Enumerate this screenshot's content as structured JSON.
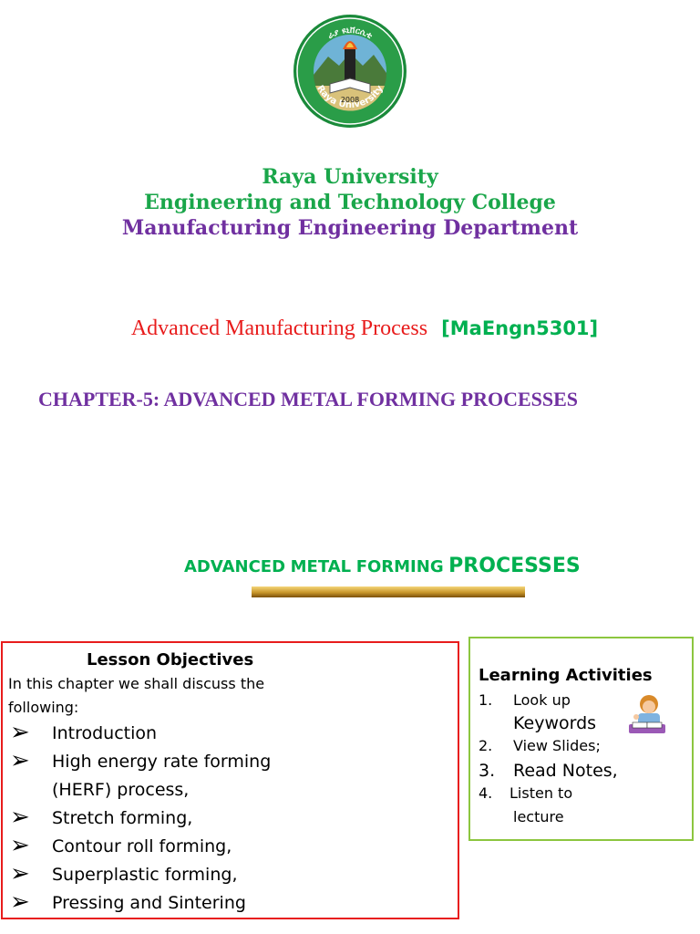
{
  "logo": {
    "arc_text_top": "ራያ ዩኒቨርሲቲ",
    "arc_text_bottom": "Raya University",
    "year": "2008",
    "colors": {
      "ring": "#1a8a3a",
      "sky": "#6fb3d6",
      "ground": "#4a8a3a"
    }
  },
  "header": {
    "university": "Raya University",
    "college": "Engineering and Technology College",
    "department": "Manufacturing Engineering Department"
  },
  "course": {
    "title": "Advanced Manufacturing Process",
    "code": "[MaEngn5301]"
  },
  "chapter": "CHAPTER-5: ADVANCED METAL FORMING PROCESSES",
  "section": {
    "part1": "ADVANCED",
    "part2": "METAL",
    "part3": "FORMING",
    "part4": "PROCESSES"
  },
  "objectives": {
    "heading": "Lesson Objectives",
    "intro": "In this chapter we shall discuss the following:",
    "items": [
      "Introduction",
      "High energy rate forming (HERF) process,",
      "Stretch forming,",
      "Contour roll forming,",
      "Superplastic forming,",
      "Pressing and Sintering"
    ]
  },
  "activities": {
    "heading": "Learning Activities",
    "items": [
      {
        "num": "1.",
        "text": "Look up",
        "cont": "Keywords"
      },
      {
        "num": "2.",
        "text": "View Slides;"
      },
      {
        "num": "3.",
        "text": "Read Notes,"
      },
      {
        "num": "4.",
        "text": "Listen to",
        "cont": "lecture"
      }
    ]
  },
  "colors": {
    "green": "#1aa64a",
    "purple": "#7030a0",
    "red": "#e81c1c",
    "bright_green": "#00b050",
    "box_green": "#8cc63f"
  }
}
